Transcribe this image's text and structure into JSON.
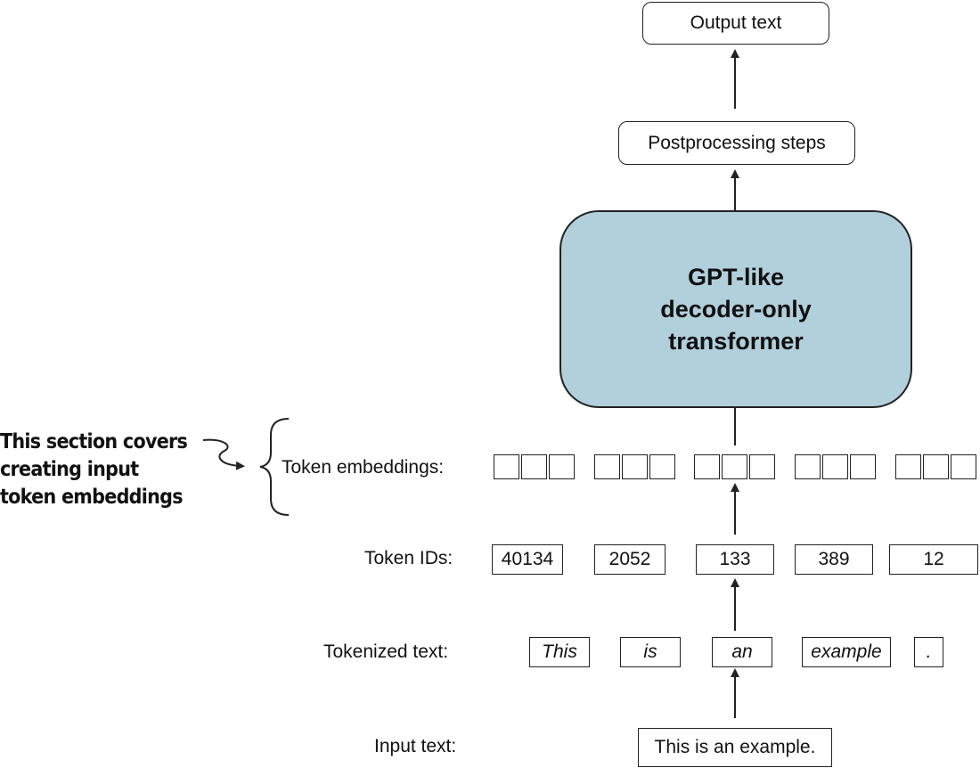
{
  "diagram": {
    "output_text": "Output text",
    "postprocessing": "Postprocessing steps",
    "transformer": {
      "line1": "GPT-like",
      "line2": "decoder-only",
      "line3": "transformer"
    },
    "labels": {
      "token_embeddings": "Token embeddings:",
      "token_ids": "Token IDs:",
      "tokenized_text": "Tokenized text:",
      "input_text": "Input text:"
    },
    "token_ids": [
      "40134",
      "2052",
      "133",
      "389",
      "12"
    ],
    "tokens": [
      "This",
      "is",
      "an",
      "example",
      "."
    ],
    "input": "This is an example.",
    "annotation": {
      "line1": "This section covers",
      "line2": "creating input",
      "line3": "token embeddings"
    }
  }
}
